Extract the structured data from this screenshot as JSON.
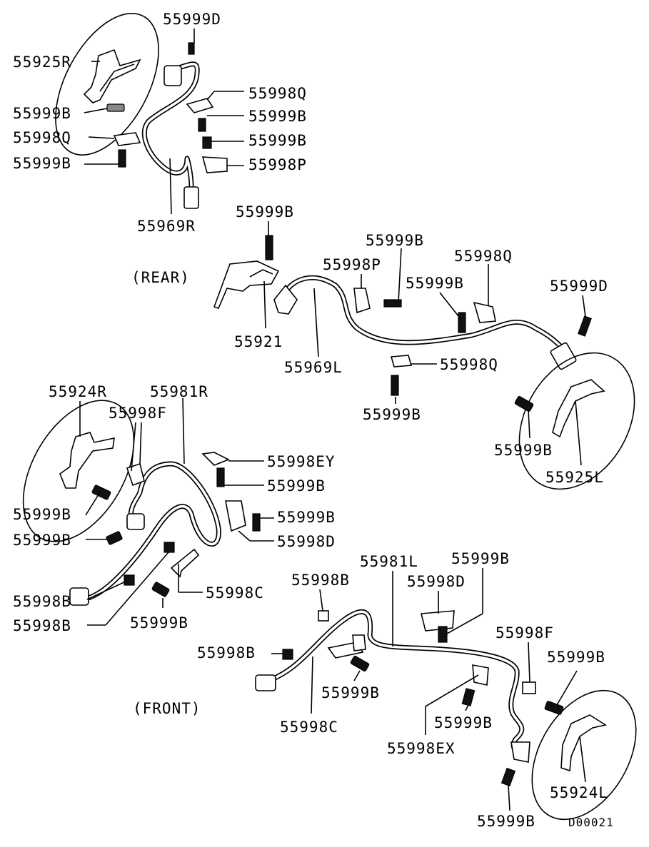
{
  "sections": {
    "rear": "(REAR)",
    "front": "(FRONT)"
  },
  "drawing_id": "D00021",
  "labels": {
    "l01": "55999D",
    "l02": "55925R",
    "l03": "55998Q",
    "l04": "55999B",
    "l05": "55999B",
    "l06": "55999B",
    "l07": "55998Q",
    "l08": "55999B",
    "l09": "55998P",
    "l10": "55969R",
    "l11": "55999B",
    "l12": "55999B",
    "l13": "55998P",
    "l14": "55998Q",
    "l15": "55999B",
    "l16": "55999D",
    "l17": "55921",
    "l18": "55969L",
    "l19": "55998Q",
    "l20": "55999B",
    "l21": "55999B",
    "l22": "55925L",
    "l23": "55924R",
    "l24": "55981R",
    "l25": "55998F",
    "l26": "55998EY",
    "l27": "55999B",
    "l28": "55999B",
    "l29": "55999B",
    "l30": "55999B",
    "l31": "55998D",
    "l32": "55998B",
    "l33": "55998C",
    "l34": "55998B",
    "l35": "55999B",
    "l36": "55981L",
    "l37": "55999B",
    "l38": "55998B",
    "l39": "55998D",
    "l40": "55998F",
    "l41": "55998B",
    "l42": "55999B",
    "l43": "55999B",
    "l44": "55998C",
    "l45": "55999B",
    "l46": "55998EX",
    "l47": "55924L",
    "l48": "55999B"
  }
}
